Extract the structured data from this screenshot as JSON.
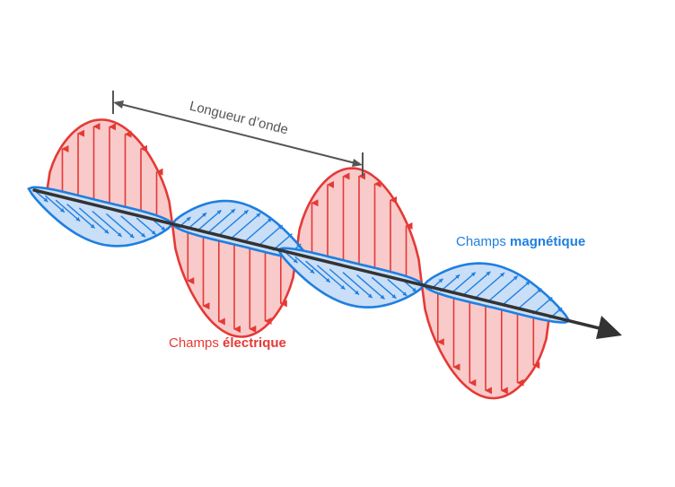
{
  "wavelength_label": "Longueur d’onde",
  "magnetic_label": {
    "prefix": "Champs ",
    "emphasis": "magnétique"
  },
  "electric_label": {
    "prefix": "Champs ",
    "emphasis": "électrique"
  },
  "colors": {
    "electric": "#e53935",
    "electric_fill": "#f8caca",
    "magnetic": "#1e7fe0",
    "magnetic_fill": "#c9def7",
    "axis": "#333333",
    "annotation": "#555555"
  },
  "icons": [
    "propagation-arrow-icon",
    "dimension-arrow-icon"
  ]
}
